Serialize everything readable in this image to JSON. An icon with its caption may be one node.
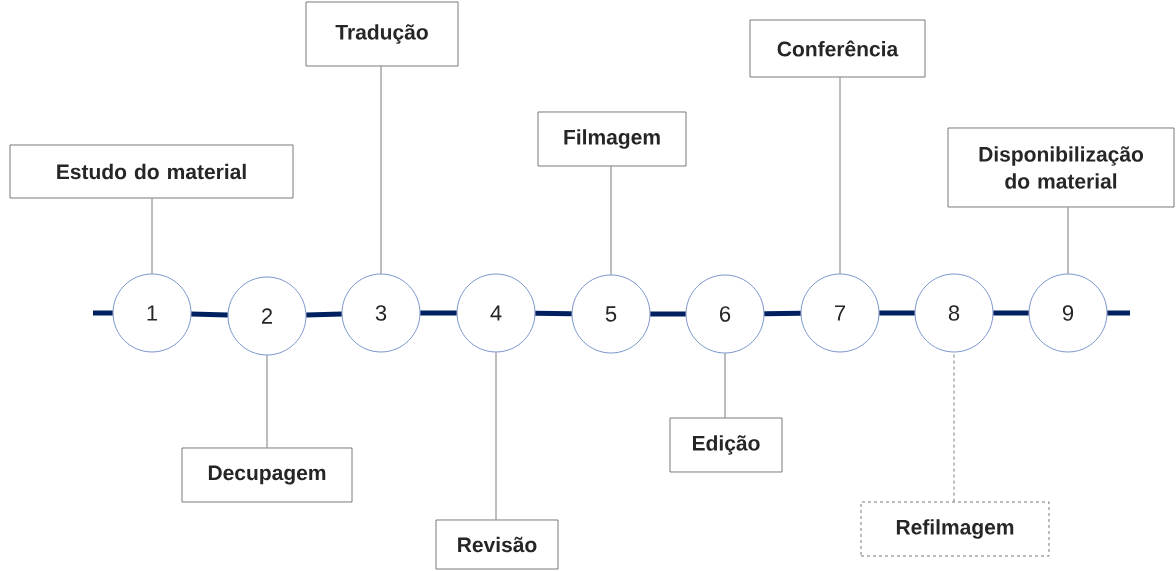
{
  "diagram": {
    "nodes": [
      {
        "text": [
          "1"
        ]
      },
      {
        "text": [
          "2"
        ]
      },
      {
        "text": [
          "3"
        ]
      },
      {
        "text": [
          "4"
        ]
      },
      {
        "text": [
          "5"
        ]
      },
      {
        "text": [
          "6"
        ]
      },
      {
        "text": [
          "7"
        ]
      },
      {
        "text": [
          "8"
        ]
      },
      {
        "text": [
          "9"
        ]
      },
      {
        "text": [
          "Estudo do material"
        ]
      },
      {
        "text": [
          "Decupagem"
        ]
      },
      {
        "text": [
          "Tradução"
        ]
      },
      {
        "text": [
          "Revisão"
        ]
      },
      {
        "text": [
          "Filmagem"
        ]
      },
      {
        "text": [
          "Edição"
        ]
      },
      {
        "text": [
          "Conferência"
        ]
      },
      {
        "text": [
          "Refilmagem"
        ]
      },
      {
        "text": [
          "Disponibilização do material"
        ]
      }
    ],
    "edges": [
      {
        "from": null,
        "to": 0,
        "arrow": "none"
      },
      {
        "from": 0,
        "to": 1,
        "arrow": "none"
      },
      {
        "from": 1,
        "to": 2,
        "arrow": "none"
      },
      {
        "from": 2,
        "to": 3,
        "arrow": "none"
      },
      {
        "from": 3,
        "to": 4,
        "arrow": "none"
      },
      {
        "from": 4,
        "to": 5,
        "arrow": "none"
      },
      {
        "from": 5,
        "to": 6,
        "arrow": "none"
      },
      {
        "from": 6,
        "to": 7,
        "arrow": "none"
      },
      {
        "from": 7,
        "to": 8,
        "arrow": "none"
      },
      {
        "from": 8,
        "to": null,
        "arrow": "none"
      },
      {
        "from": 9,
        "to": 0,
        "arrow": "none",
        "color": "#595959"
      },
      {
        "from": 10,
        "to": 1,
        "arrow": "none",
        "color": "#595959"
      },
      {
        "from": 11,
        "to": 2,
        "arrow": "none",
        "color": "#595959"
      },
      {
        "from": 12,
        "to": 3,
        "arrow": "none",
        "color": "#595959"
      },
      {
        "from": 13,
        "to": 4,
        "arrow": "none",
        "color": "#595959"
      },
      {
        "from": 14,
        "to": 5,
        "arrow": "none",
        "color": "#595959"
      },
      {
        "from": 15,
        "to": 6,
        "arrow": "none",
        "color": "#595959"
      },
      {
        "from": 16,
        "to": 7,
        "arrow": "none",
        "style": "dashed",
        "color": "#595959"
      },
      {
        "from": 17,
        "to": 8,
        "arrow": "none",
        "color": "#595959"
      }
    ]
  }
}
